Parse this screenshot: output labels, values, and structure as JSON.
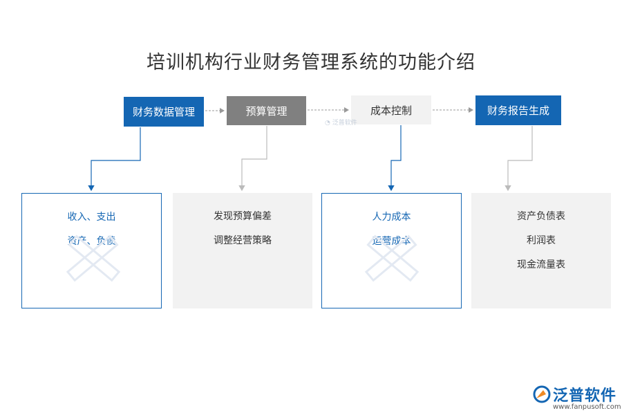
{
  "title": "培训机构行业财务管理系统的功能介绍",
  "steps": [
    {
      "label": "财务数据管理"
    },
    {
      "label": "预算管理"
    },
    {
      "label": "成本控制"
    },
    {
      "label": "财务报告生成"
    }
  ],
  "panels": [
    {
      "items": [
        "收入、支出",
        "资产、负债"
      ]
    },
    {
      "items": [
        "发现预算偏差",
        "调整经营策略"
      ]
    },
    {
      "items": [
        "人力成本",
        "运营成本"
      ]
    },
    {
      "items": [
        "资产负债表",
        "利润表",
        "现金流量表"
      ]
    }
  ],
  "watermark": "泛普软件",
  "logo": {
    "name": "泛普软件",
    "url": "www.fanpusoft.com"
  },
  "colors": {
    "blue": "#1466b3",
    "gray": "#808080",
    "light": "#f2f2f2"
  }
}
